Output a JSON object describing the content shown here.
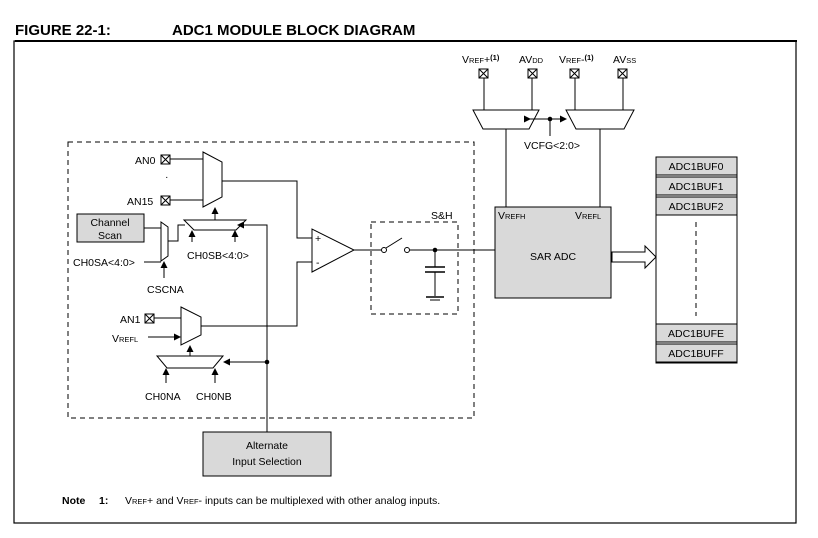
{
  "figure": {
    "number": "FIGURE 22-1:",
    "title": "ADC1 MODULE BLOCK DIAGRAM"
  },
  "reference_pins": {
    "vref_plus": {
      "main": "V",
      "sub": "REF",
      "suffix": "+",
      "sup": "(1)"
    },
    "avdd": {
      "main": "AV",
      "sub": "DD"
    },
    "vref_minus": {
      "main": "V",
      "sub": "REF",
      "suffix": "-",
      "sup": "(1)"
    },
    "avss": {
      "main": "AV",
      "sub": "SS"
    },
    "vcfg": "VCFG<2:0>"
  },
  "inputs": {
    "an0": "AN0",
    "dots": "·",
    "an15": "AN15",
    "an1": "AN1",
    "vrefl": {
      "main": "V",
      "sub": "REFL"
    },
    "channel_scan": [
      "Channel",
      "Scan"
    ],
    "ch0sa": "CH0SA<4:0>",
    "ch0sb": "CH0SB<4:0>",
    "cscna": "CSCNA",
    "ch0na": "CH0NA",
    "ch0nb": "CH0NB"
  },
  "comparator": {
    "plus": "+",
    "minus": "-"
  },
  "sample_hold": "S&H",
  "sar_adc": {
    "label": "SAR ADC",
    "vrefh": {
      "main": "V",
      "sub": "REFH"
    },
    "vrefl": {
      "main": "V",
      "sub": "REFL"
    }
  },
  "buffers": [
    "ADC1BUF0",
    "ADC1BUF1",
    "ADC1BUF2",
    "ADC1BUFE",
    "ADC1BUFF"
  ],
  "alternate_input": [
    "Alternate",
    "Input Selection"
  ],
  "note": {
    "label": "Note",
    "number": "1:",
    "v1": "V",
    "sub1": "REF",
    "mid": "+ and ",
    "v2": "V",
    "sub2": "REF",
    "tail": "- inputs can be multiplexed with other analog inputs."
  }
}
